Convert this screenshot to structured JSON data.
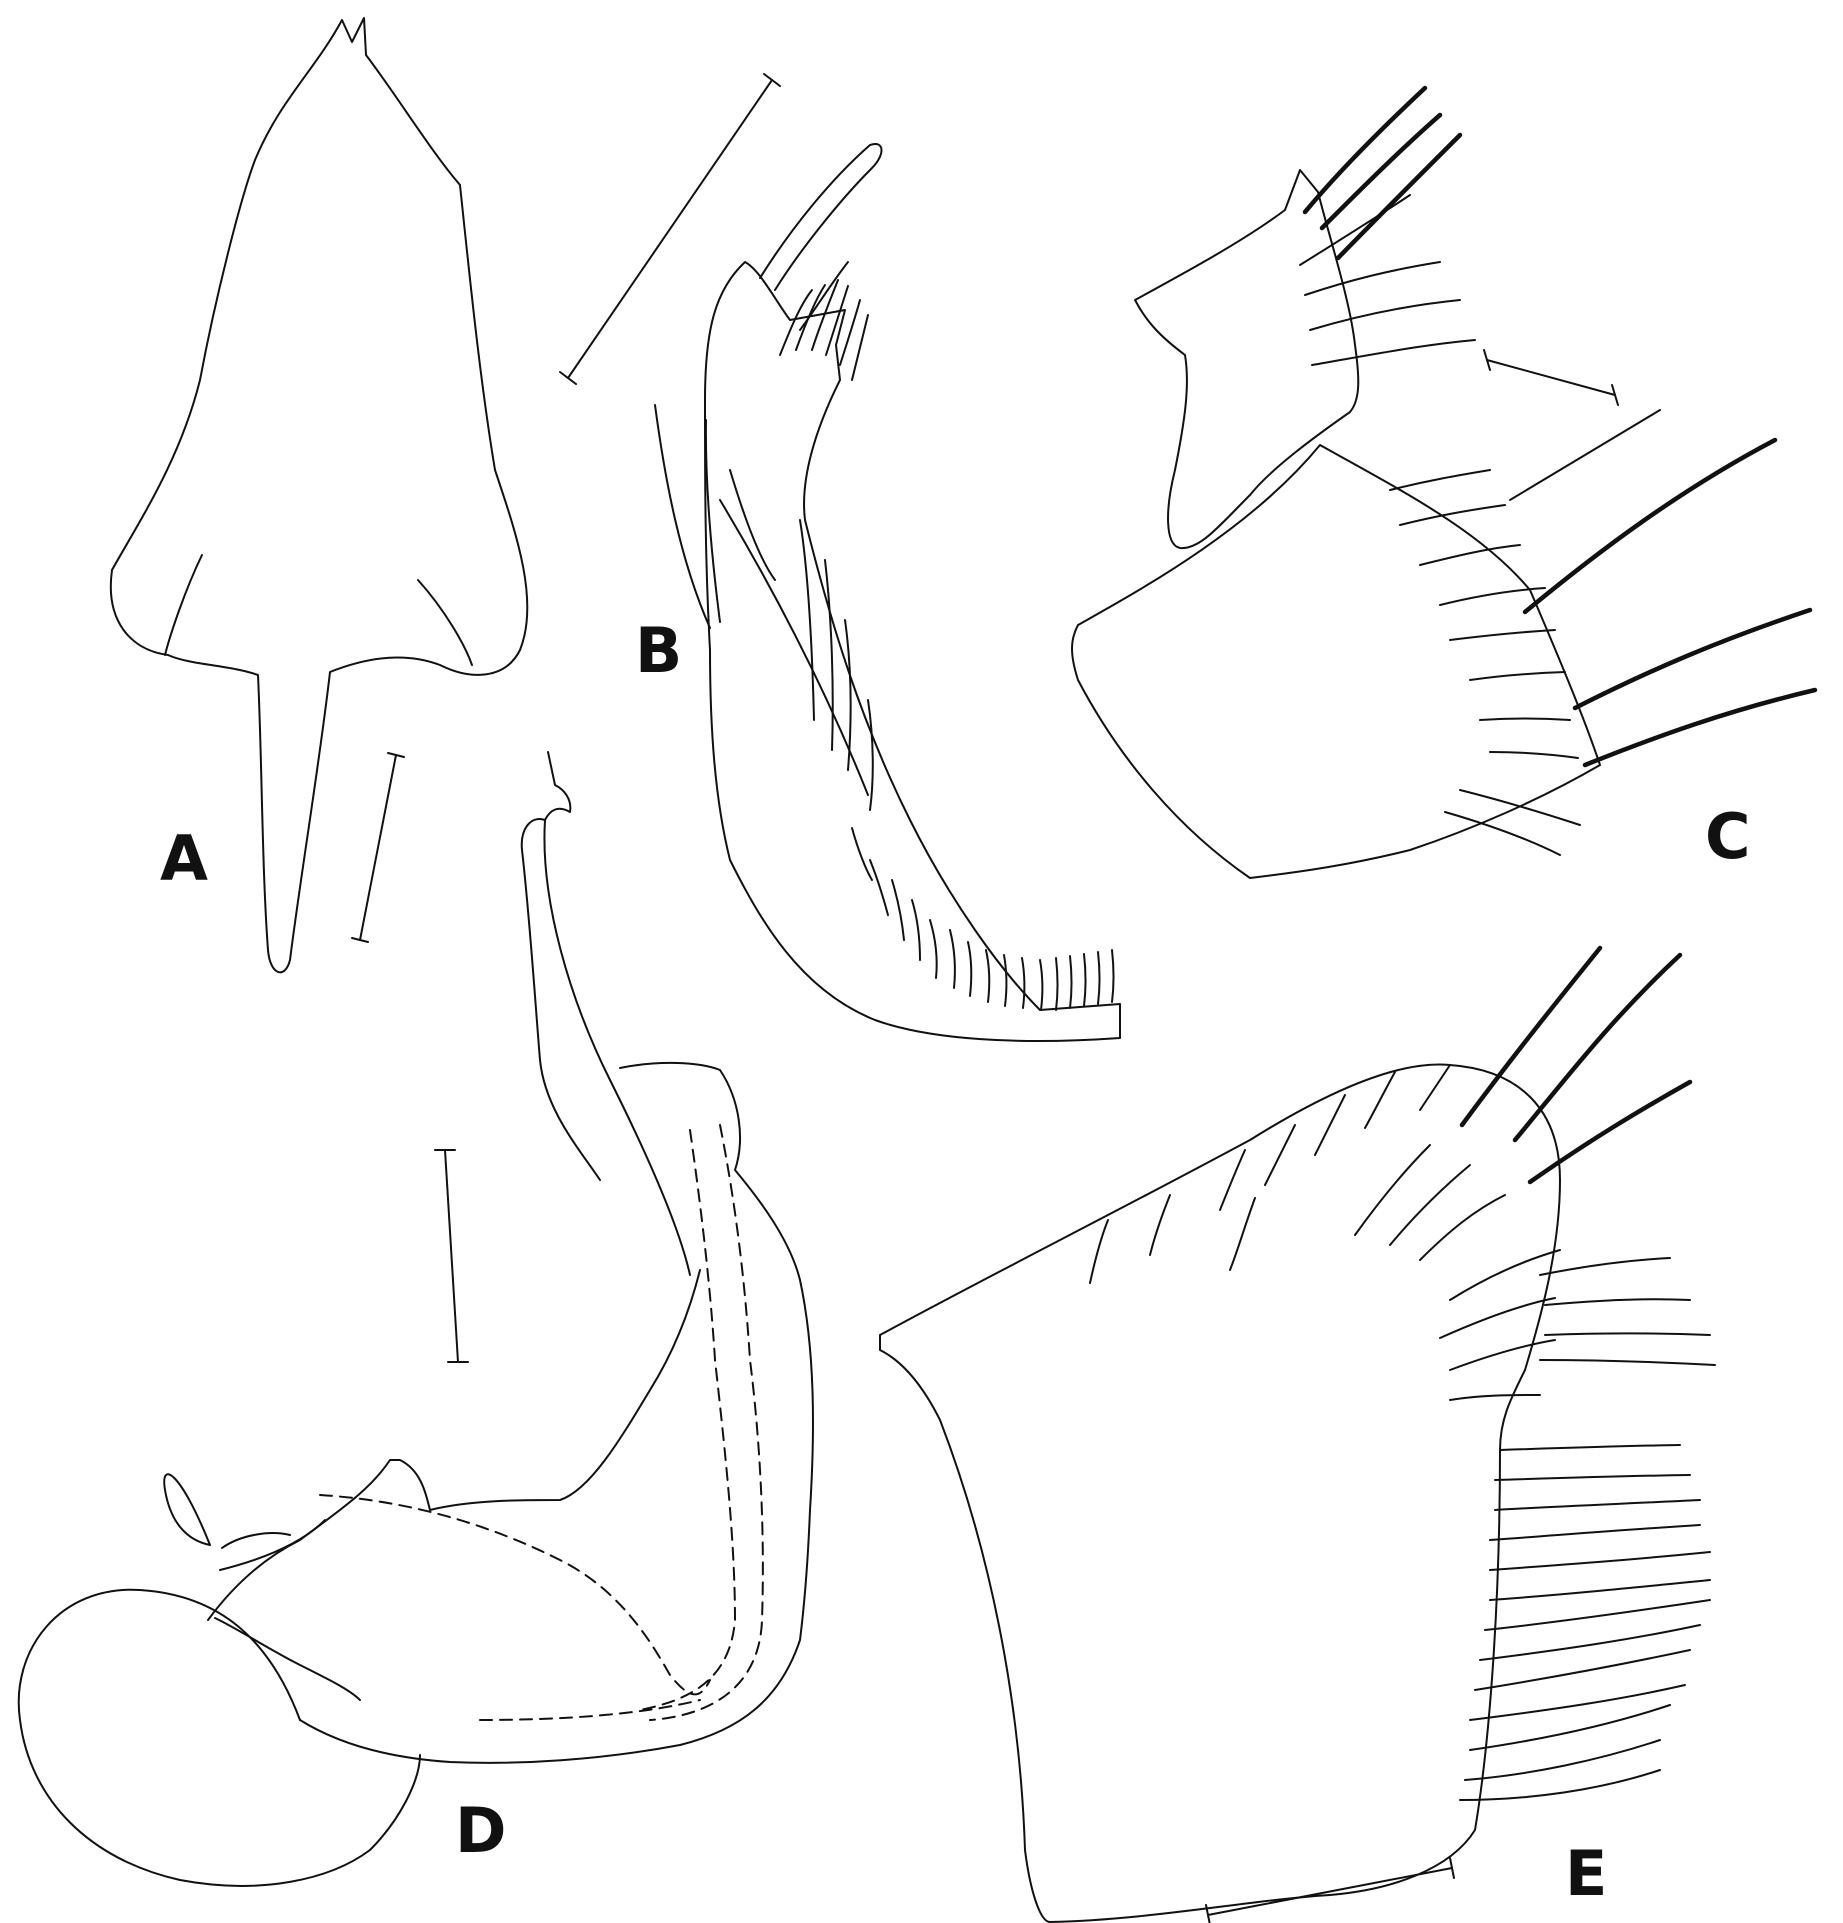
{
  "panels": [
    {
      "id": "A",
      "label": "A"
    },
    {
      "id": "B",
      "label": "B"
    },
    {
      "id": "C",
      "label": "C"
    },
    {
      "id": "D",
      "label": "D"
    },
    {
      "id": "E",
      "label": "E"
    }
  ],
  "colors": {
    "line": "#111111",
    "background": "#ffffff"
  }
}
